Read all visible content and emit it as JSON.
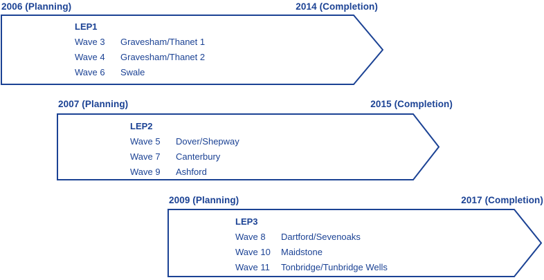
{
  "colors": {
    "brand_blue": "#1B4294"
  },
  "diagram": {
    "phases": [
      {
        "planning_label": "2006 (Planning)",
        "completion_label": "2014 (Completion)",
        "lep": "LEP1",
        "rows": [
          {
            "wave": "Wave 3",
            "area": "Gravesham/Thanet 1"
          },
          {
            "wave": "Wave 4",
            "area": "Gravesham/Thanet 2"
          },
          {
            "wave": "Wave 6",
            "area": "Swale"
          }
        ]
      },
      {
        "planning_label": "2007 (Planning)",
        "completion_label": "2015 (Completion)",
        "lep": "LEP2",
        "rows": [
          {
            "wave": "Wave 5",
            "area": "Dover/Shepway"
          },
          {
            "wave": "Wave 7",
            "area": "Canterbury"
          },
          {
            "wave": "Wave 9",
            "area": "Ashford"
          }
        ]
      },
      {
        "planning_label": "2009 (Planning)",
        "completion_label": "2017 (Completion)",
        "lep": "LEP3",
        "rows": [
          {
            "wave": "Wave 8",
            "area": "Dartford/Sevenoaks"
          },
          {
            "wave": "Wave 10",
            "area": "Maidstone"
          },
          {
            "wave": "Wave 11",
            "area": "Tonbridge/Tunbridge Wells"
          }
        ]
      }
    ]
  }
}
